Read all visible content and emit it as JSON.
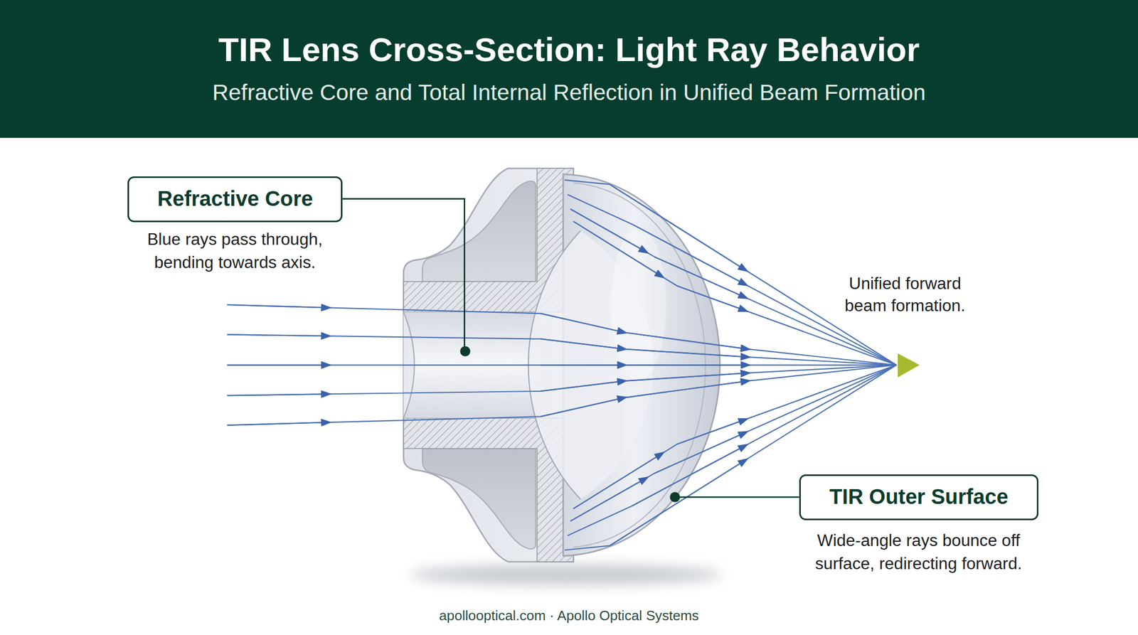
{
  "diagram": {
    "title": "TIR Lens Cross-Section: Light Ray Behavior",
    "nodes": [
      {
        "text": [
          "Refractive Core",
          "Blue rays pass through, bending towards axis."
        ]
      },
      {
        "text": [
          "TIR Outer Surface",
          "Wide-angle rays bounce off surface, redirecting forward."
        ]
      }
    ],
    "labels": [
      "Refractive Core and Total Internal Reflection in Unified Beam Formation",
      "Unified forward beam formation.",
      "apollooptical.com · Apollo Optical Systems"
    ]
  }
}
